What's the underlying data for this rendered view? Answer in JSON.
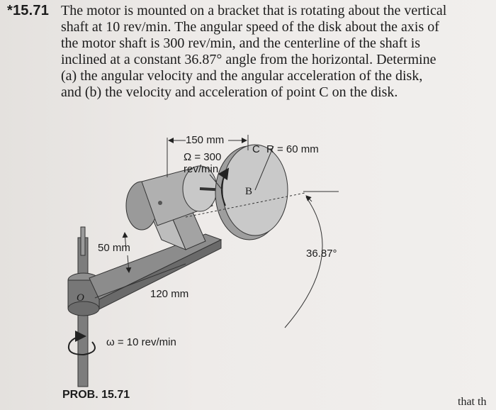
{
  "problem": {
    "number": "*15.71",
    "lines": [
      "The motor is mounted on a bracket that is rotating about the vertical",
      "shaft at 10 rev/min. The angular speed of the disk about the axis of",
      "the motor shaft is 300 rev/min, and the centerline of the shaft is",
      "inclined at a constant 36.87° angle from the horizontal. Determine",
      "(a) the angular velocity and the angular acceleration of the disk,",
      "and (b) the velocity and acceleration of point C on the disk."
    ]
  },
  "figure": {
    "dim_150": "150 mm",
    "omega_cap": "Ω = 300",
    "revmin": "rev/min",
    "point_c": "C",
    "radius": "R = 60 mm",
    "point_b": "B",
    "dim_50": "50 mm",
    "angle": "36.87°",
    "dim_120": "120 mm",
    "point_o": "O",
    "omega_small": "ω = 10 rev/min"
  },
  "caption": "PROB. 15.71",
  "corner_fragment": "that th"
}
